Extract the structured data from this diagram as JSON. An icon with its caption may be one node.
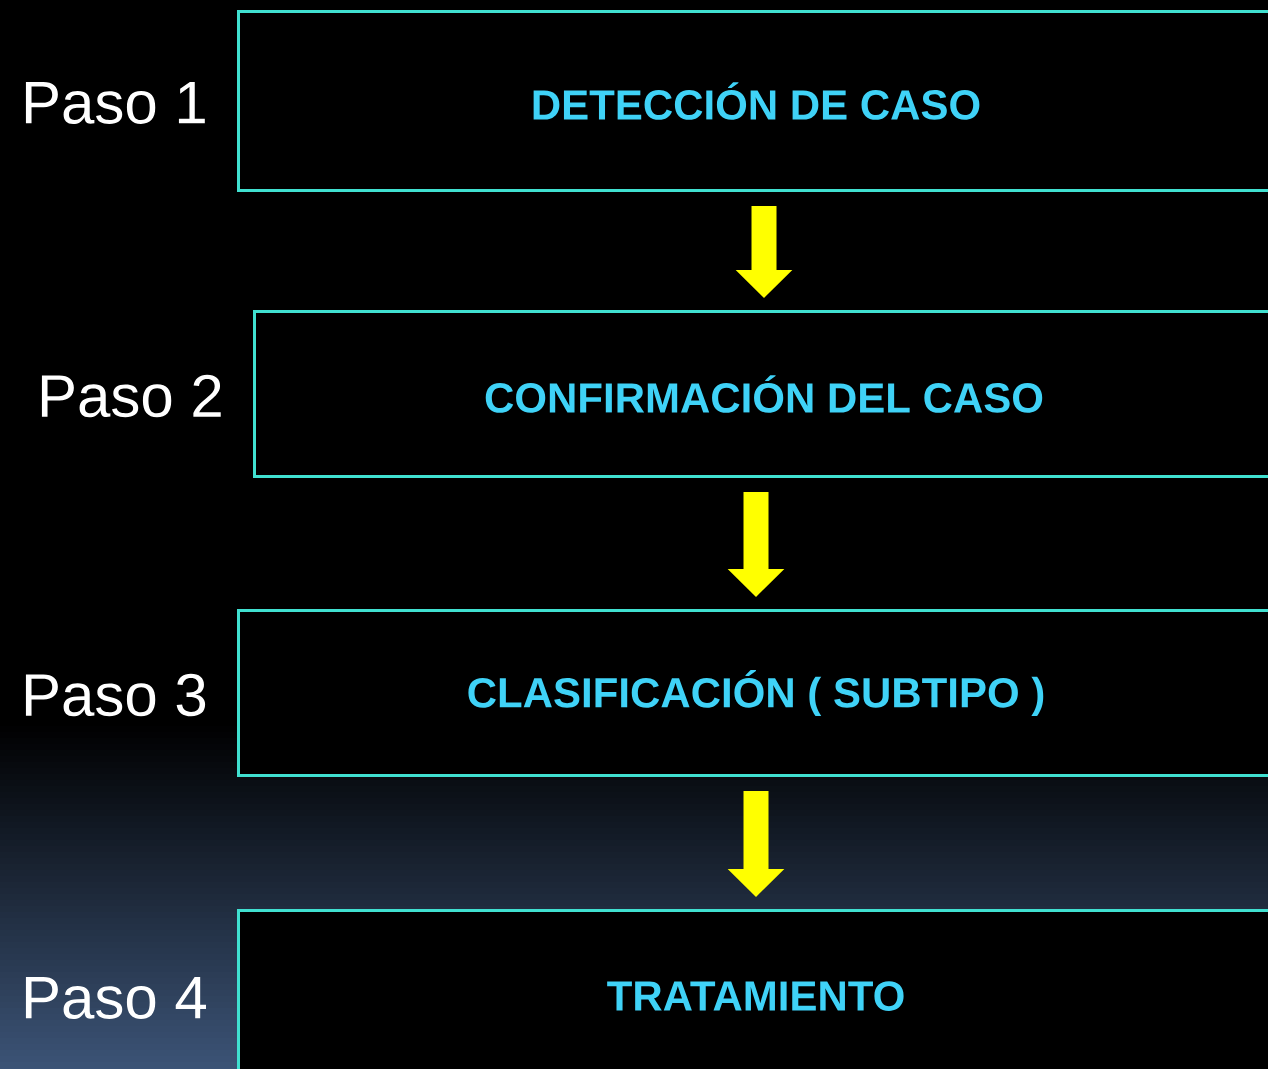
{
  "diagram": {
    "nodes": [
      {
        "text": [
          "DETECCIÓN DE CASO"
        ],
        "beside": [
          "Paso 1"
        ]
      },
      {
        "text": [
          "CONFIRMACIÓN DEL CASO"
        ],
        "beside": [
          "Paso 2"
        ]
      },
      {
        "text": [
          "CLASIFICACIÓN ( SUBTIPO )"
        ],
        "beside": [
          "Paso 3"
        ]
      },
      {
        "text": [
          "TRATAMIENTO"
        ],
        "beside": [
          "Paso 4"
        ]
      }
    ],
    "edges": [
      {
        "from": 0,
        "to": 1,
        "arrow": "to"
      },
      {
        "from": 1,
        "to": 2,
        "arrow": "to"
      },
      {
        "from": 2,
        "to": 3,
        "arrow": "to"
      }
    ]
  }
}
